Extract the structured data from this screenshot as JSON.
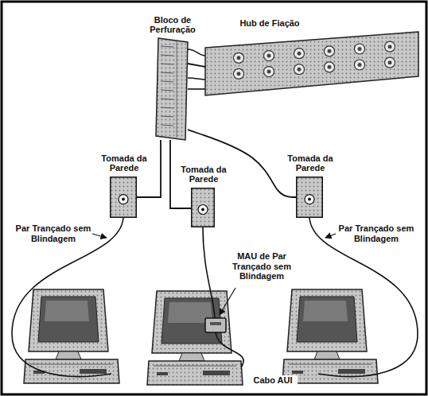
{
  "diagram": {
    "nodes": [
      {
        "text": [
          "Bloco de Perfuração"
        ]
      },
      {
        "text": [
          "Hub de Fiação"
        ]
      },
      {
        "text": [
          "Tomada da Parede"
        ]
      },
      {
        "text": [
          "Tomada da Parede"
        ]
      },
      {
        "text": [
          "Tomada da Parede"
        ]
      }
    ],
    "edges": [
      {
        "from": 0,
        "to": 1,
        "arrow": "none"
      },
      {
        "from": 0,
        "to": 2,
        "arrow": "none"
      },
      {
        "from": 0,
        "to": 3,
        "arrow": "none"
      },
      {
        "from": 0,
        "to": 4,
        "arrow": "none"
      }
    ],
    "labels": [
      "Par Trançado sem Blindagem",
      "MAU de Par Trançado sem Blindagem",
      "Par Trançado sem Blindagem",
      "Cabo AUI"
    ]
  }
}
